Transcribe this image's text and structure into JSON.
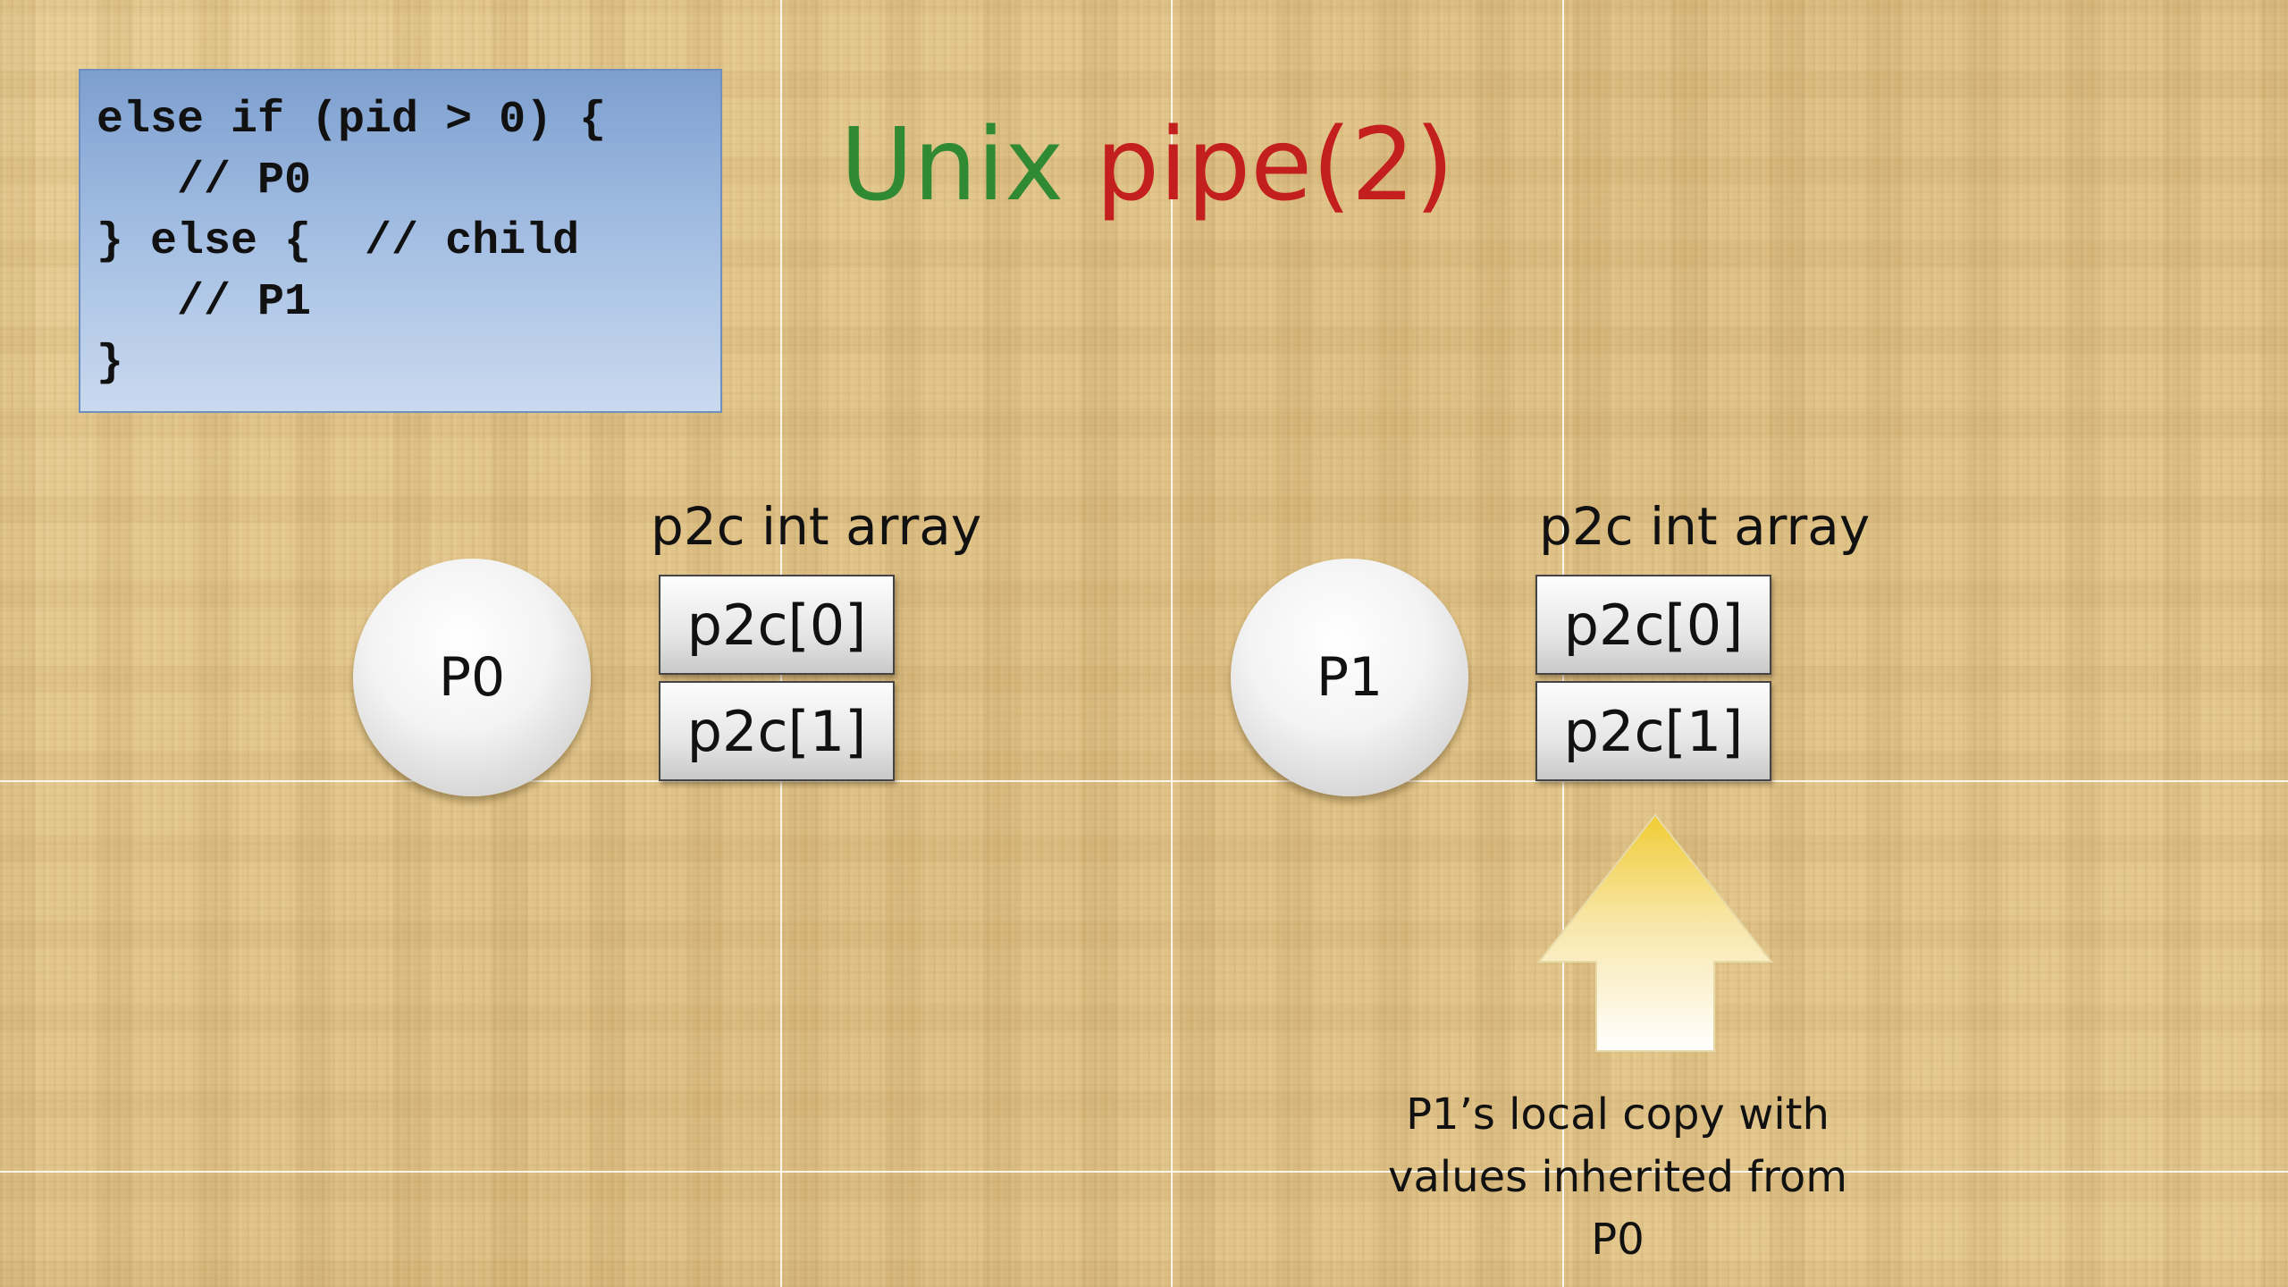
{
  "code": {
    "lines": [
      "else if (pid > 0) {",
      "   // P0",
      "} else {  // child",
      "   // P1",
      "}"
    ]
  },
  "title": {
    "part1": "Unix",
    "part2": "pipe(2)",
    "color_unix": "#2f8a33",
    "color_pipe": "#c31f1f"
  },
  "p0": {
    "process_label": "P0",
    "array_label": "p2c int array",
    "cells": [
      "p2c[0]",
      "p2c[1]"
    ]
  },
  "p1": {
    "process_label": "P1",
    "array_label": "p2c int array",
    "cells": [
      "p2c[0]",
      "p2c[1]"
    ]
  },
  "caption": {
    "lines": [
      "P1’s local copy with",
      "values inherited from",
      "P0"
    ]
  }
}
